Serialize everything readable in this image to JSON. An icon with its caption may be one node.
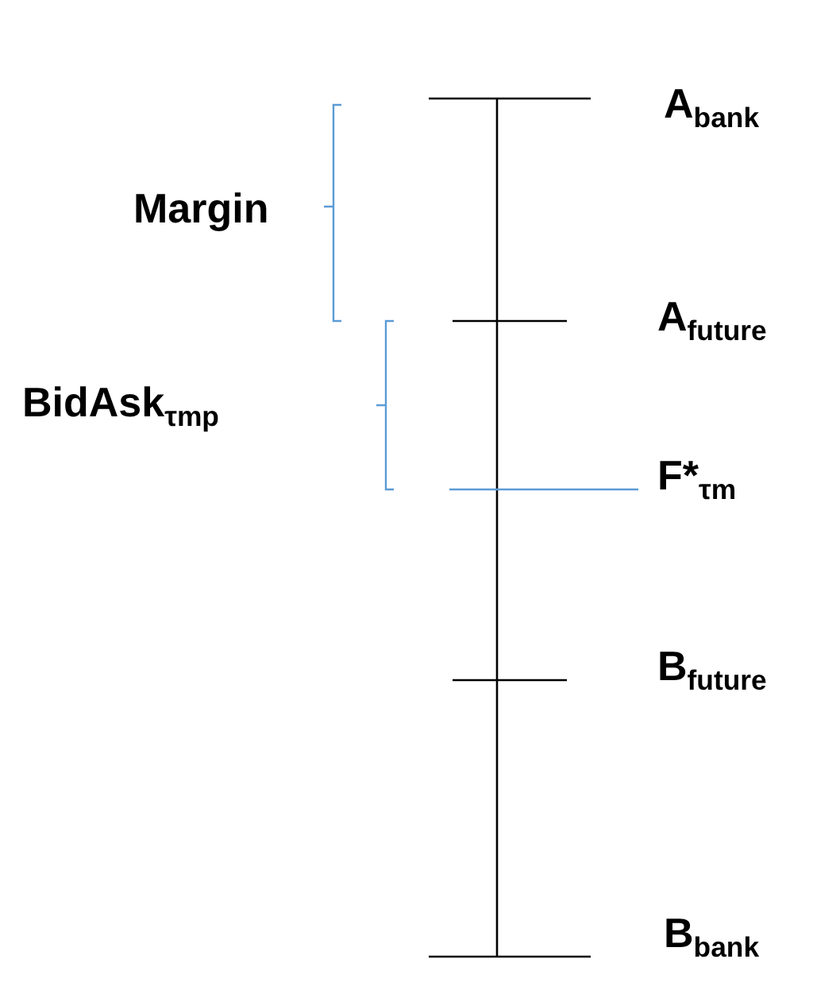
{
  "diagram": {
    "labels": [
      "A$_{bank}$",
      "Margin",
      "A$_{future}$",
      "BidAsk$_{τmp}$",
      "F*$_{τm}$",
      "B$_{future}$",
      "B$_{bank}$"
    ]
  }
}
